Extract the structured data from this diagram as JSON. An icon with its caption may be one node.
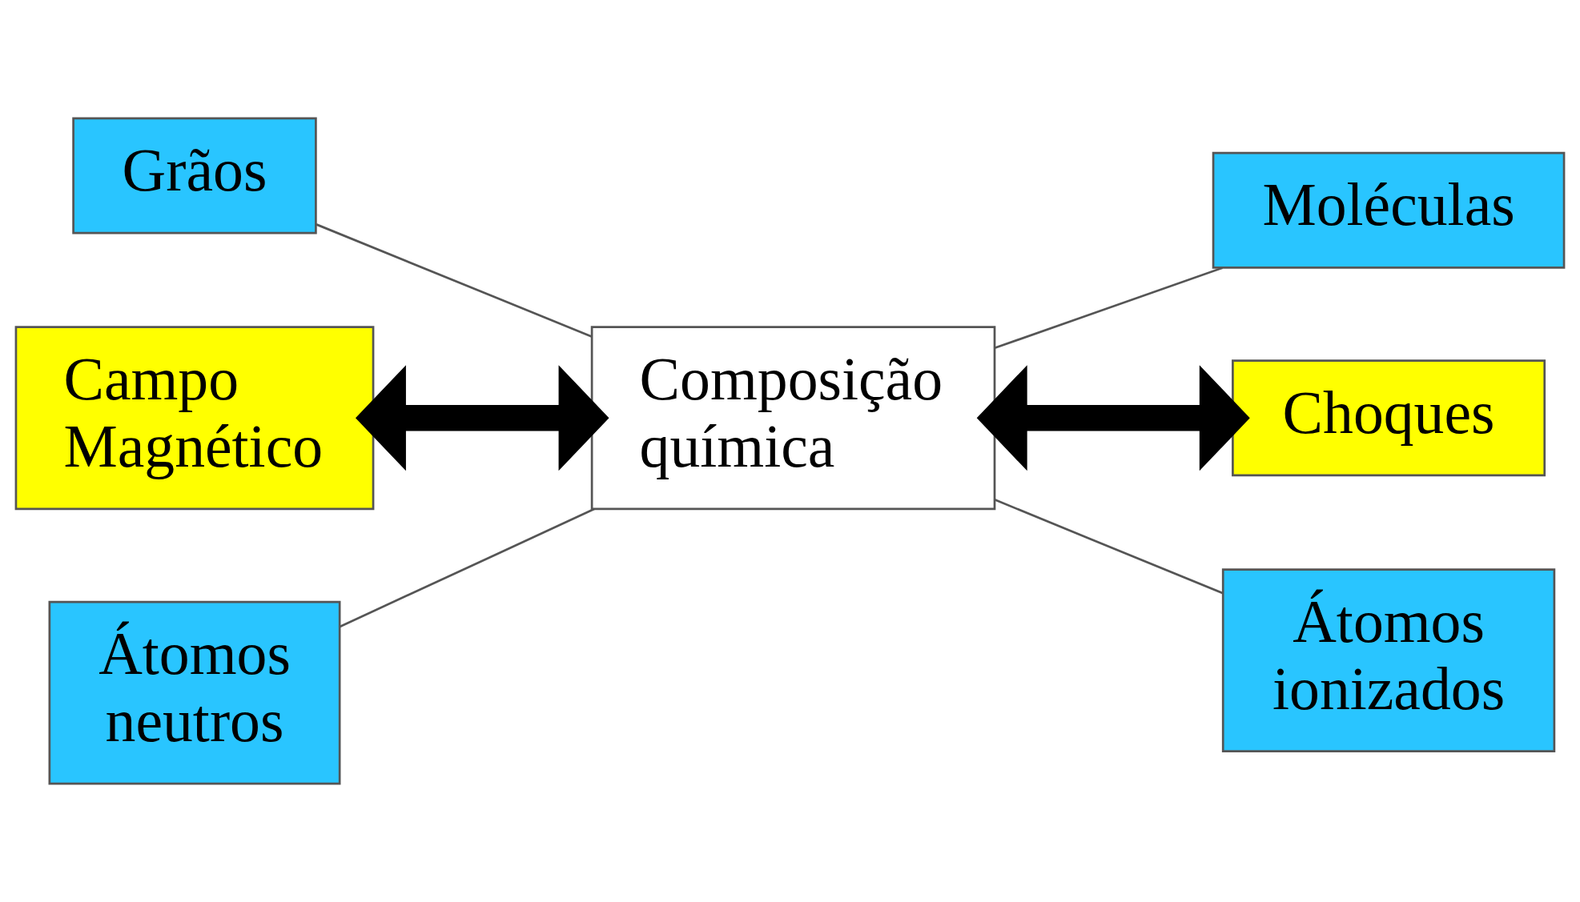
{
  "diagram": {
    "nodes": [
      {
        "text": [
          "Grãos"
        ]
      },
      {
        "text": [
          "Moléculas"
        ]
      },
      {
        "text": [
          "Campo Magnético"
        ]
      },
      {
        "text": [
          "Composição química"
        ]
      },
      {
        "text": [
          "Choques"
        ]
      },
      {
        "text": [
          "Átomos neutros"
        ]
      },
      {
        "text": [
          "Átomos ionizados"
        ]
      }
    ],
    "edges": [
      {
        "from": 0,
        "to": 3,
        "arrow": "none"
      },
      {
        "from": 3,
        "to": 1,
        "arrow": "none"
      },
      {
        "from": 2,
        "to": 3,
        "arrow": "both",
        "style": "thick"
      },
      {
        "from": 3,
        "to": 4,
        "arrow": "both",
        "style": "thick"
      },
      {
        "from": 5,
        "to": 3,
        "arrow": "none"
      },
      {
        "from": 3,
        "to": 6,
        "arrow": "none"
      }
    ]
  }
}
